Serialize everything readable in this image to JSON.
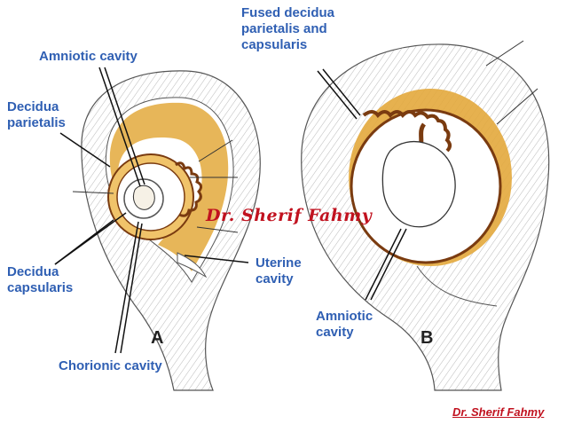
{
  "colors": {
    "label_blue": "#2f5fb3",
    "decidua_gold": "#e3a93c",
    "membrane_brown": "#7a3b10",
    "credit_red": "#c1121f",
    "line_ink": "#333333"
  },
  "labels": {
    "amniotic_cavity_a": "Amniotic cavity",
    "decidua_parietalis": "Decidua\nparietalis",
    "decidua_capsularis": "Decidua\ncapsularis",
    "chorionic_cavity": "Chorionic cavity",
    "uterine_cavity": "Uterine\ncavity",
    "fused_decidua": "Fused decidua\nparietalis and\ncapsularis",
    "amniotic_cavity_b": "Amniotic\ncavity"
  },
  "panels": {
    "a": "A",
    "b": "B"
  },
  "watermark": "Dr. Sherif Fahmy",
  "footer_credit": "Dr. Sherif Fahmy"
}
